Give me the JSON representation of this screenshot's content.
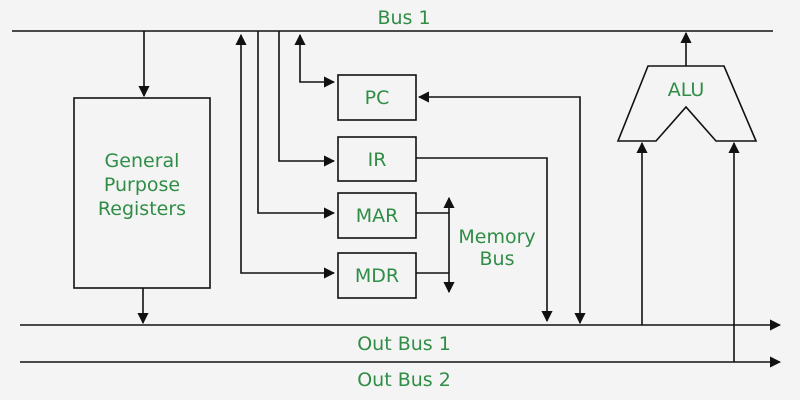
{
  "buses": {
    "bus1": "Bus 1",
    "out_bus1": "Out Bus 1",
    "out_bus2": "Out Bus 2",
    "memory_bus_line1": "Memory",
    "memory_bus_line2": "Bus"
  },
  "blocks": {
    "gpr_line1": "General",
    "gpr_line2": "Purpose",
    "gpr_line3": "Registers",
    "pc": "PC",
    "ir": "IR",
    "mar": "MAR",
    "mdr": "MDR",
    "alu": "ALU"
  },
  "colors": {
    "label": "#2f8d46",
    "line": "#111111",
    "background": "#f4f4f4"
  }
}
